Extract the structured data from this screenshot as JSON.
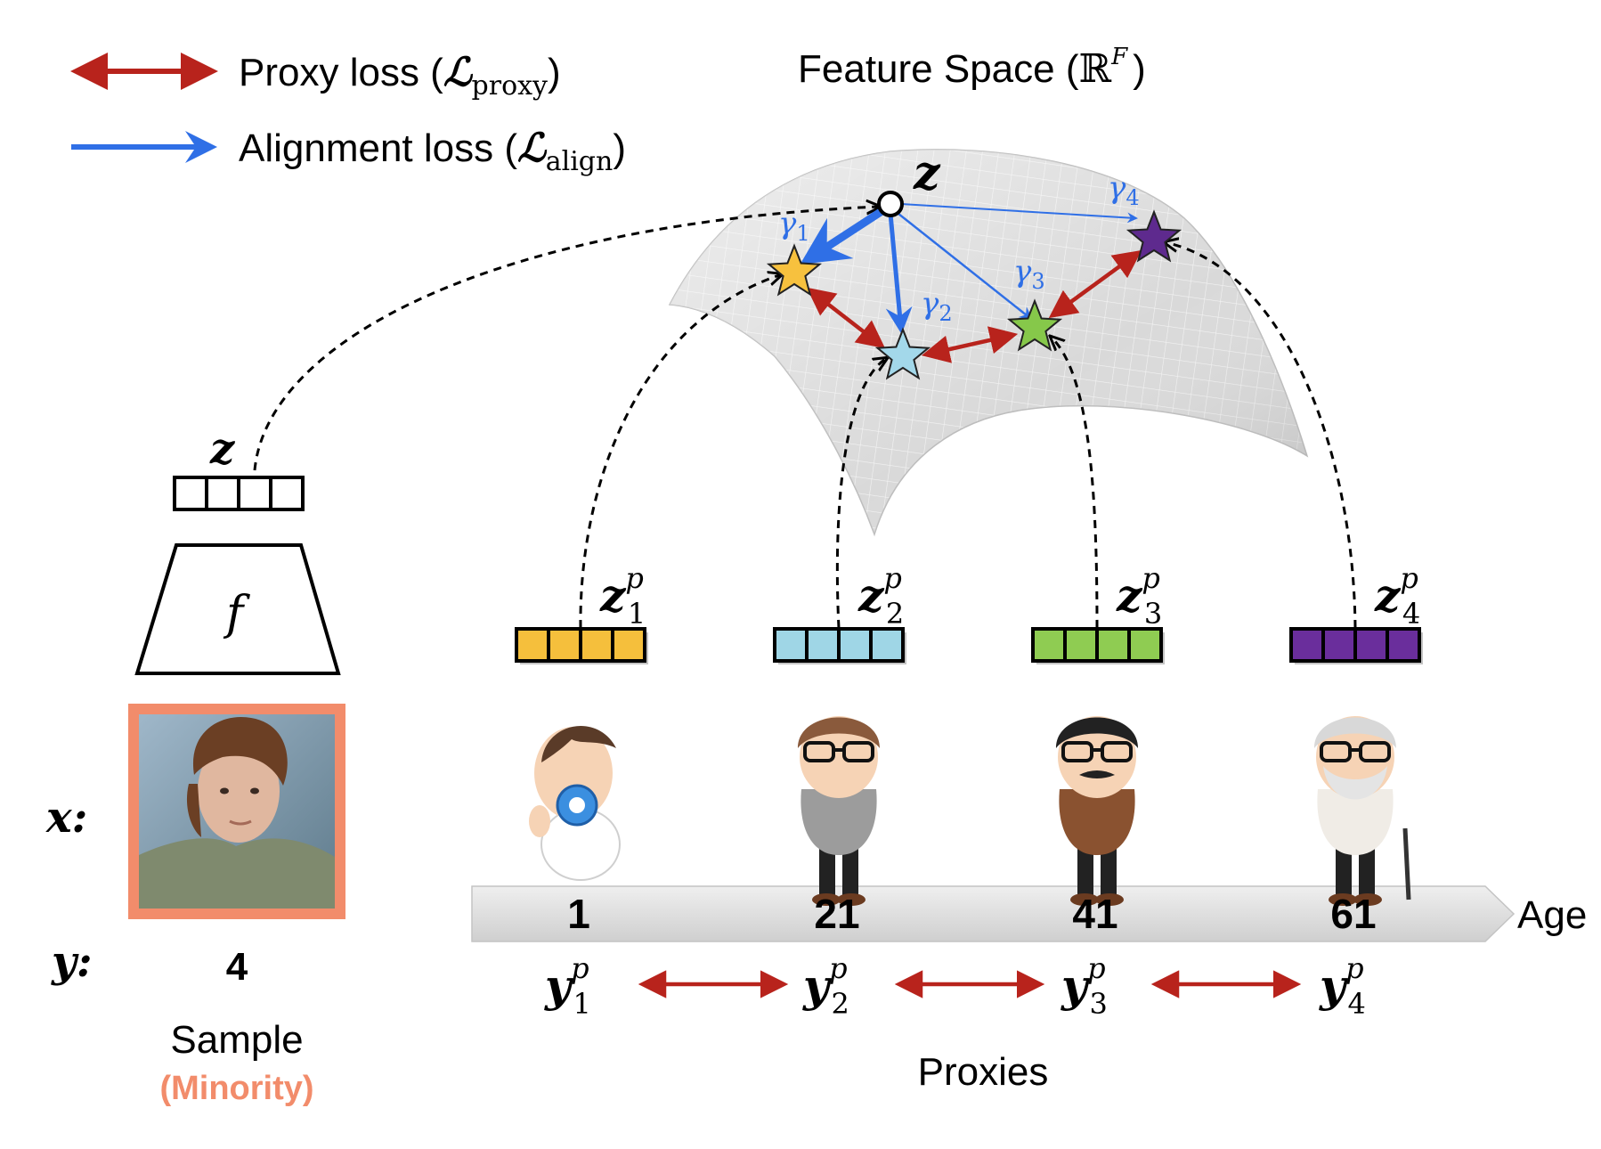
{
  "legend": {
    "proxy_label": "Proxy loss (",
    "proxy_symbol": "ℒ",
    "proxy_sub": "proxy",
    "proxy_close": ")",
    "align_label": "Alignment loss (",
    "align_symbol": "ℒ",
    "align_sub": "align",
    "align_close": ")"
  },
  "feature_space": {
    "title": "Feature Space (",
    "symbol": "ℝ",
    "sup": "F",
    "close": ")",
    "point_label": "z"
  },
  "gammas": [
    {
      "sym": "γ",
      "sub": "1"
    },
    {
      "sym": "γ",
      "sub": "2"
    },
    {
      "sym": "γ",
      "sub": "3"
    },
    {
      "sym": "γ",
      "sub": "4"
    }
  ],
  "sample": {
    "z_label": "z",
    "encoder_label": "f",
    "x_label": "x:",
    "y_label": "y:",
    "y_value": "4",
    "caption": "Sample",
    "subcaption": "(Minority)",
    "frame_color": "#f28c6b"
  },
  "proxies": {
    "caption": "Proxies",
    "axis_label": "Age",
    "items": [
      {
        "z_base": "z",
        "z_sup": "p",
        "z_sub": "1",
        "age": "1",
        "y_base": "y",
        "y_sup": "p",
        "y_sub": "1",
        "color": "#f5bf3c",
        "star": "#f7c13e",
        "avatar": "baby"
      },
      {
        "z_base": "z",
        "z_sup": "p",
        "z_sub": "2",
        "age": "21",
        "y_base": "y",
        "y_sup": "p",
        "y_sub": "2",
        "color": "#9fd6e6",
        "star": "#a3d8ea",
        "avatar": "young"
      },
      {
        "z_base": "z",
        "z_sup": "p",
        "z_sub": "3",
        "age": "41",
        "y_base": "y",
        "y_sup": "p",
        "y_sub": "3",
        "color": "#8fcc52",
        "star": "#86c84a",
        "avatar": "adult"
      },
      {
        "z_base": "z",
        "z_sup": "p",
        "z_sub": "4",
        "age": "61",
        "y_base": "y",
        "y_sup": "p",
        "y_sub": "4",
        "color": "#6a2e9c",
        "star": "#5e2a8e",
        "avatar": "elder"
      }
    ]
  },
  "colors": {
    "proxy_arrow": "#b8231c",
    "align_arrow": "#2f6fe6",
    "surface_fill": "#dcdcdc",
    "surface_grid": "#ffffff",
    "age_bar": "#e3e3e3"
  },
  "icons": {
    "surface": "curved-surface-icon",
    "star": "star-icon",
    "photo": "child-photo"
  }
}
